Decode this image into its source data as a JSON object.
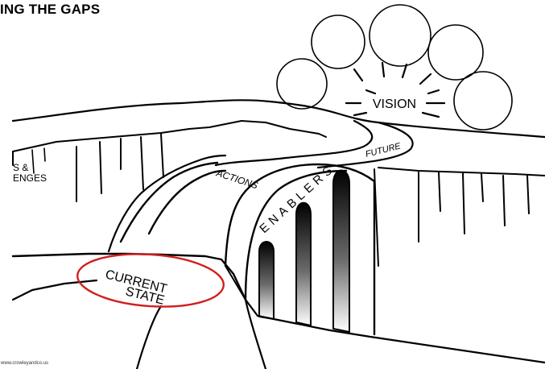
{
  "title": "ING THE GAPS",
  "labels": {
    "vision": "VISION",
    "future": "FUTURE",
    "actions": "ACTIONS",
    "enablers": "ENABLERS",
    "challenges_line1": "S &",
    "challenges_line2": "ENGES",
    "current_line1": "CURRENT",
    "current_line2": "STATE"
  },
  "footer": "www.crowleyandco.us",
  "colors": {
    "ink": "#000000",
    "highlight": "#d11f1f",
    "background": "#ffffff"
  }
}
